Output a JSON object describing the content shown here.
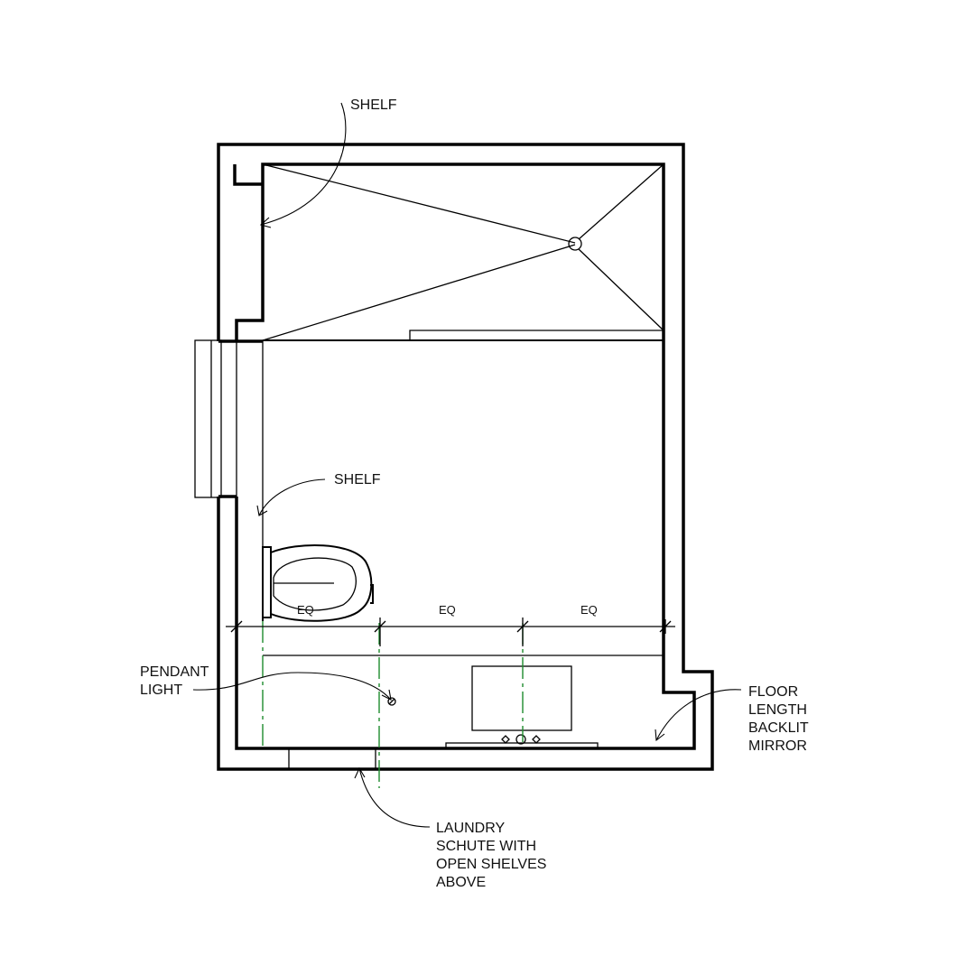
{
  "labels": {
    "shelf_top": "SHELF",
    "shelf_mid": "SHELF",
    "pendant": [
      "PENDANT",
      "LIGHT"
    ],
    "mirror": [
      "FLOOR",
      "LENGTH",
      "BACKLIT",
      "MIRROR"
    ],
    "laundry": [
      "LAUNDRY",
      "SCHUTE WITH",
      "OPEN SHELVES",
      "ABOVE"
    ]
  },
  "dimensions": {
    "eq_1": "EQ",
    "eq_2": "EQ",
    "eq_3": "EQ"
  }
}
